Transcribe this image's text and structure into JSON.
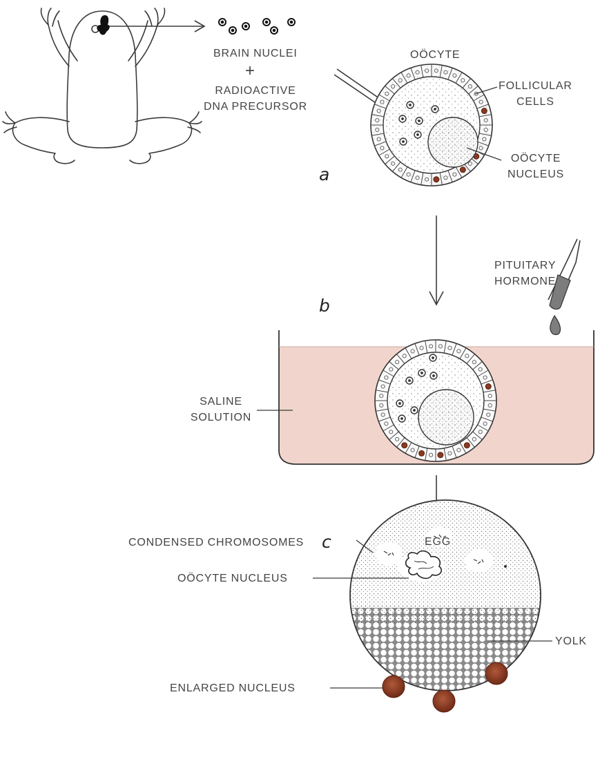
{
  "panels": {
    "a": "a",
    "b": "b",
    "c": "c"
  },
  "labels": {
    "brain_nuclei": "BRAIN NUCLEI",
    "plus": "+",
    "radioactive_line1": "RADIOACTIVE",
    "radioactive_line2": "DNA PRECURSOR",
    "oocyte": "OÖCYTE",
    "follicular_line1": "FOLLICULAR",
    "follicular_line2": "CELLS",
    "oocyte_nucleus_line1": "OÖCYTE",
    "oocyte_nucleus_line2": "NUCLEUS",
    "pituitary_line1": "PITUITARY",
    "pituitary_line2": "HORMONE",
    "saline_line1": "SALINE",
    "saline_line2": "SOLUTION",
    "egg": "EGG",
    "condensed_chromosomes": "CONDENSED CHROMOSOMES",
    "egg_oocyte_nucleus": "OÖCYTE  NUCLEUS",
    "yolk": "YOLK",
    "enlarged_nucleus": "ENLARGED NUCLEUS"
  },
  "colors": {
    "line": "#3a3a3a",
    "saline_fill": "#f1d5cc",
    "nucleus_brown": "#8a3a22",
    "stipple": "#6e6e6e"
  }
}
